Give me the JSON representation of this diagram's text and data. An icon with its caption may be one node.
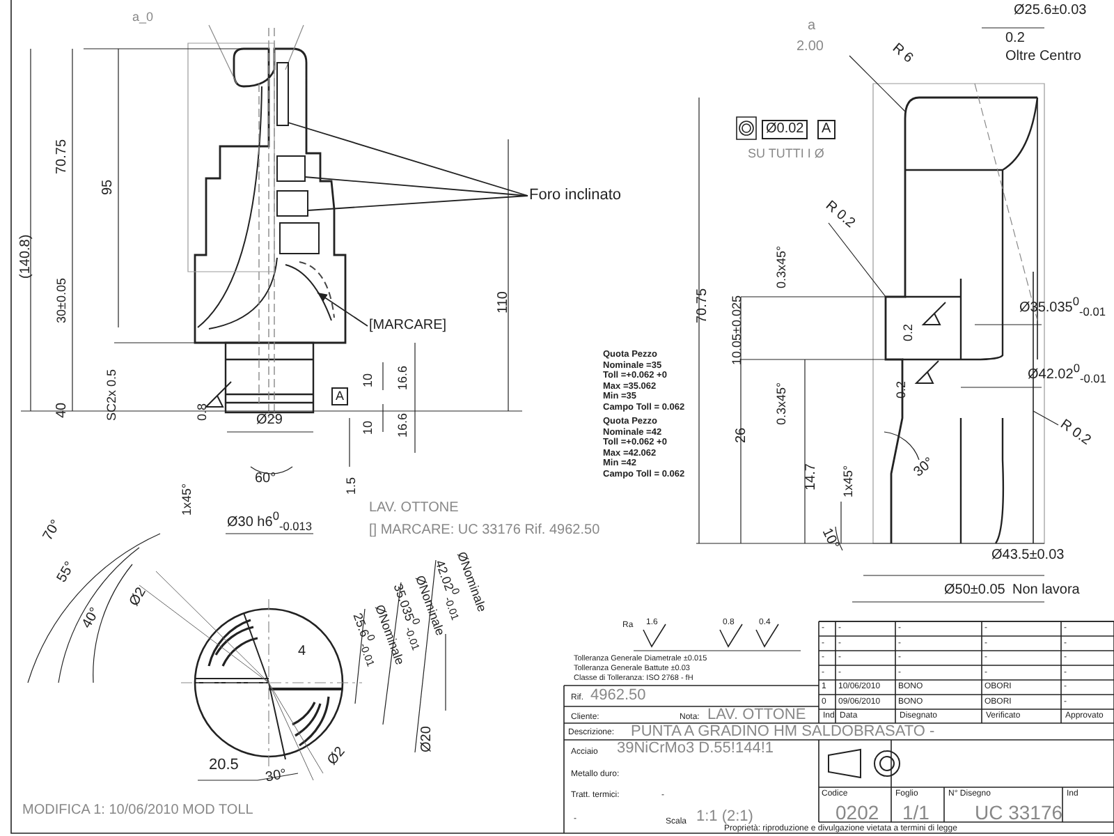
{
  "diagram": {
    "nodes": [
      {
        "text": [
          "Foro inclinato"
        ]
      },
      {
        "text": [
          "[MARCARE]"
        ]
      },
      {
        "text": [],
        "shape": "box"
      },
      {
        "text": [],
        "shape": "box"
      },
      {
        "text": [],
        "shape": "box"
      },
      {
        "text": [],
        "shape": "curve"
      }
    ],
    "edges": [
      {
        "from": 0,
        "to": 2,
        "arrow": "none"
      },
      {
        "from": 0,
        "to": 3,
        "arrow": "none"
      },
      {
        "from": 0,
        "to": 4,
        "arrow": "none"
      },
      {
        "from": 1,
        "to": 5,
        "arrow": "to"
      }
    ],
    "labels": [
      "a_0",
      "(140.8)",
      "70.75",
      "95",
      "30±0.05",
      "110",
      "SC2x 0.5",
      "40",
      "0.8",
      "Ø29",
      "A",
      "10",
      "16.6",
      "10",
      "16.6",
      "60°",
      "1.5",
      "1x45°",
      "Ø30 h6$^{0}$$_{-0.013}$",
      "LAV. OTTONE",
      "[] MARCARE: UC 33176 Rif. 4962.50",
      "70°",
      "55°",
      "40°",
      "Ø2",
      "25.6$^{0}$$_{-0.01}$",
      "ØNominale",
      "35.035$^{0}$$_{-0.01}$",
      "ØNominale",
      "42.02$^{0}$$_{-0.01}$",
      "ØNominale",
      "4",
      "Ø2",
      "Ø20",
      "20.5",
      "30°",
      "MODIFICA 1: 10/06/2010 MOD TOLL",
      "a",
      "2.00",
      "Ø25.6±0.03",
      "0.2",
      "Oltre Centro",
      "R 6",
      "Ø0.02",
      "A",
      "SU TUTTI I Ø",
      "R 0.2",
      "70.75",
      "0.3x45°",
      "10.05±0.025",
      "0.2",
      "Ø35.035$^{0}$$_{-0.01}$",
      "0.3x45°",
      "0.2",
      "Ø42.02$^{0}$$_{-0.01}$",
      "26",
      "14.7",
      "1x45°",
      "30°",
      "10°",
      "R 0.2",
      "Ø43.5±0.03",
      "Ø50±0.05",
      "Non lavora",
      "Quota Pezzo",
      "Nominale =35",
      "Toll =+0.062 +0",
      "Max =35.062",
      "Min =35",
      "Campo Toll = 0.062",
      "Quota Pezzo",
      "Nominale =42",
      "Toll =+0.062 +0",
      "Max =42.062",
      "Min =42",
      "Campo Toll = 0.062",
      "Ra",
      "1.6",
      "0.8",
      "0.4",
      "Tolleranza Generale Diametrale ±0.015",
      "Tolleranza Generale Battute ±0.03",
      "Classe di Tolleranza: ISO 2768 - fH",
      "Rif.",
      "4962.50",
      "Cliente:",
      "Nota:",
      "LAV. OTTONE",
      "Descrizione:",
      "PUNTA A GRADINO HM SALDOBRASATO -",
      "Acciaio",
      "39NiCrMo3 D.55!144!1",
      "Metallo duro:",
      "Tratt. termici:",
      "-",
      "-",
      "Scala",
      "1:1 (2:1)",
      "Codice",
      "0202",
      "Foglio",
      "1/1",
      "N° Disegno",
      "UC 33176",
      "Ind",
      "Proprietà: riproduzione e divulgazione vietata a termini di legge",
      "-",
      "-",
      "-",
      "-",
      "-",
      "-",
      "-",
      "-",
      "-",
      "-",
      "-",
      "-",
      "-",
      "-",
      "-",
      "-",
      "-",
      "-",
      "-",
      "-",
      "1",
      "10/06/2010",
      "BONO",
      "OBORI",
      "-",
      "0",
      "09/06/2010",
      "BONO",
      "OBORI",
      "-",
      "Ind",
      "Data",
      "Disegnato",
      "Verificato",
      "Approvato"
    ]
  }
}
